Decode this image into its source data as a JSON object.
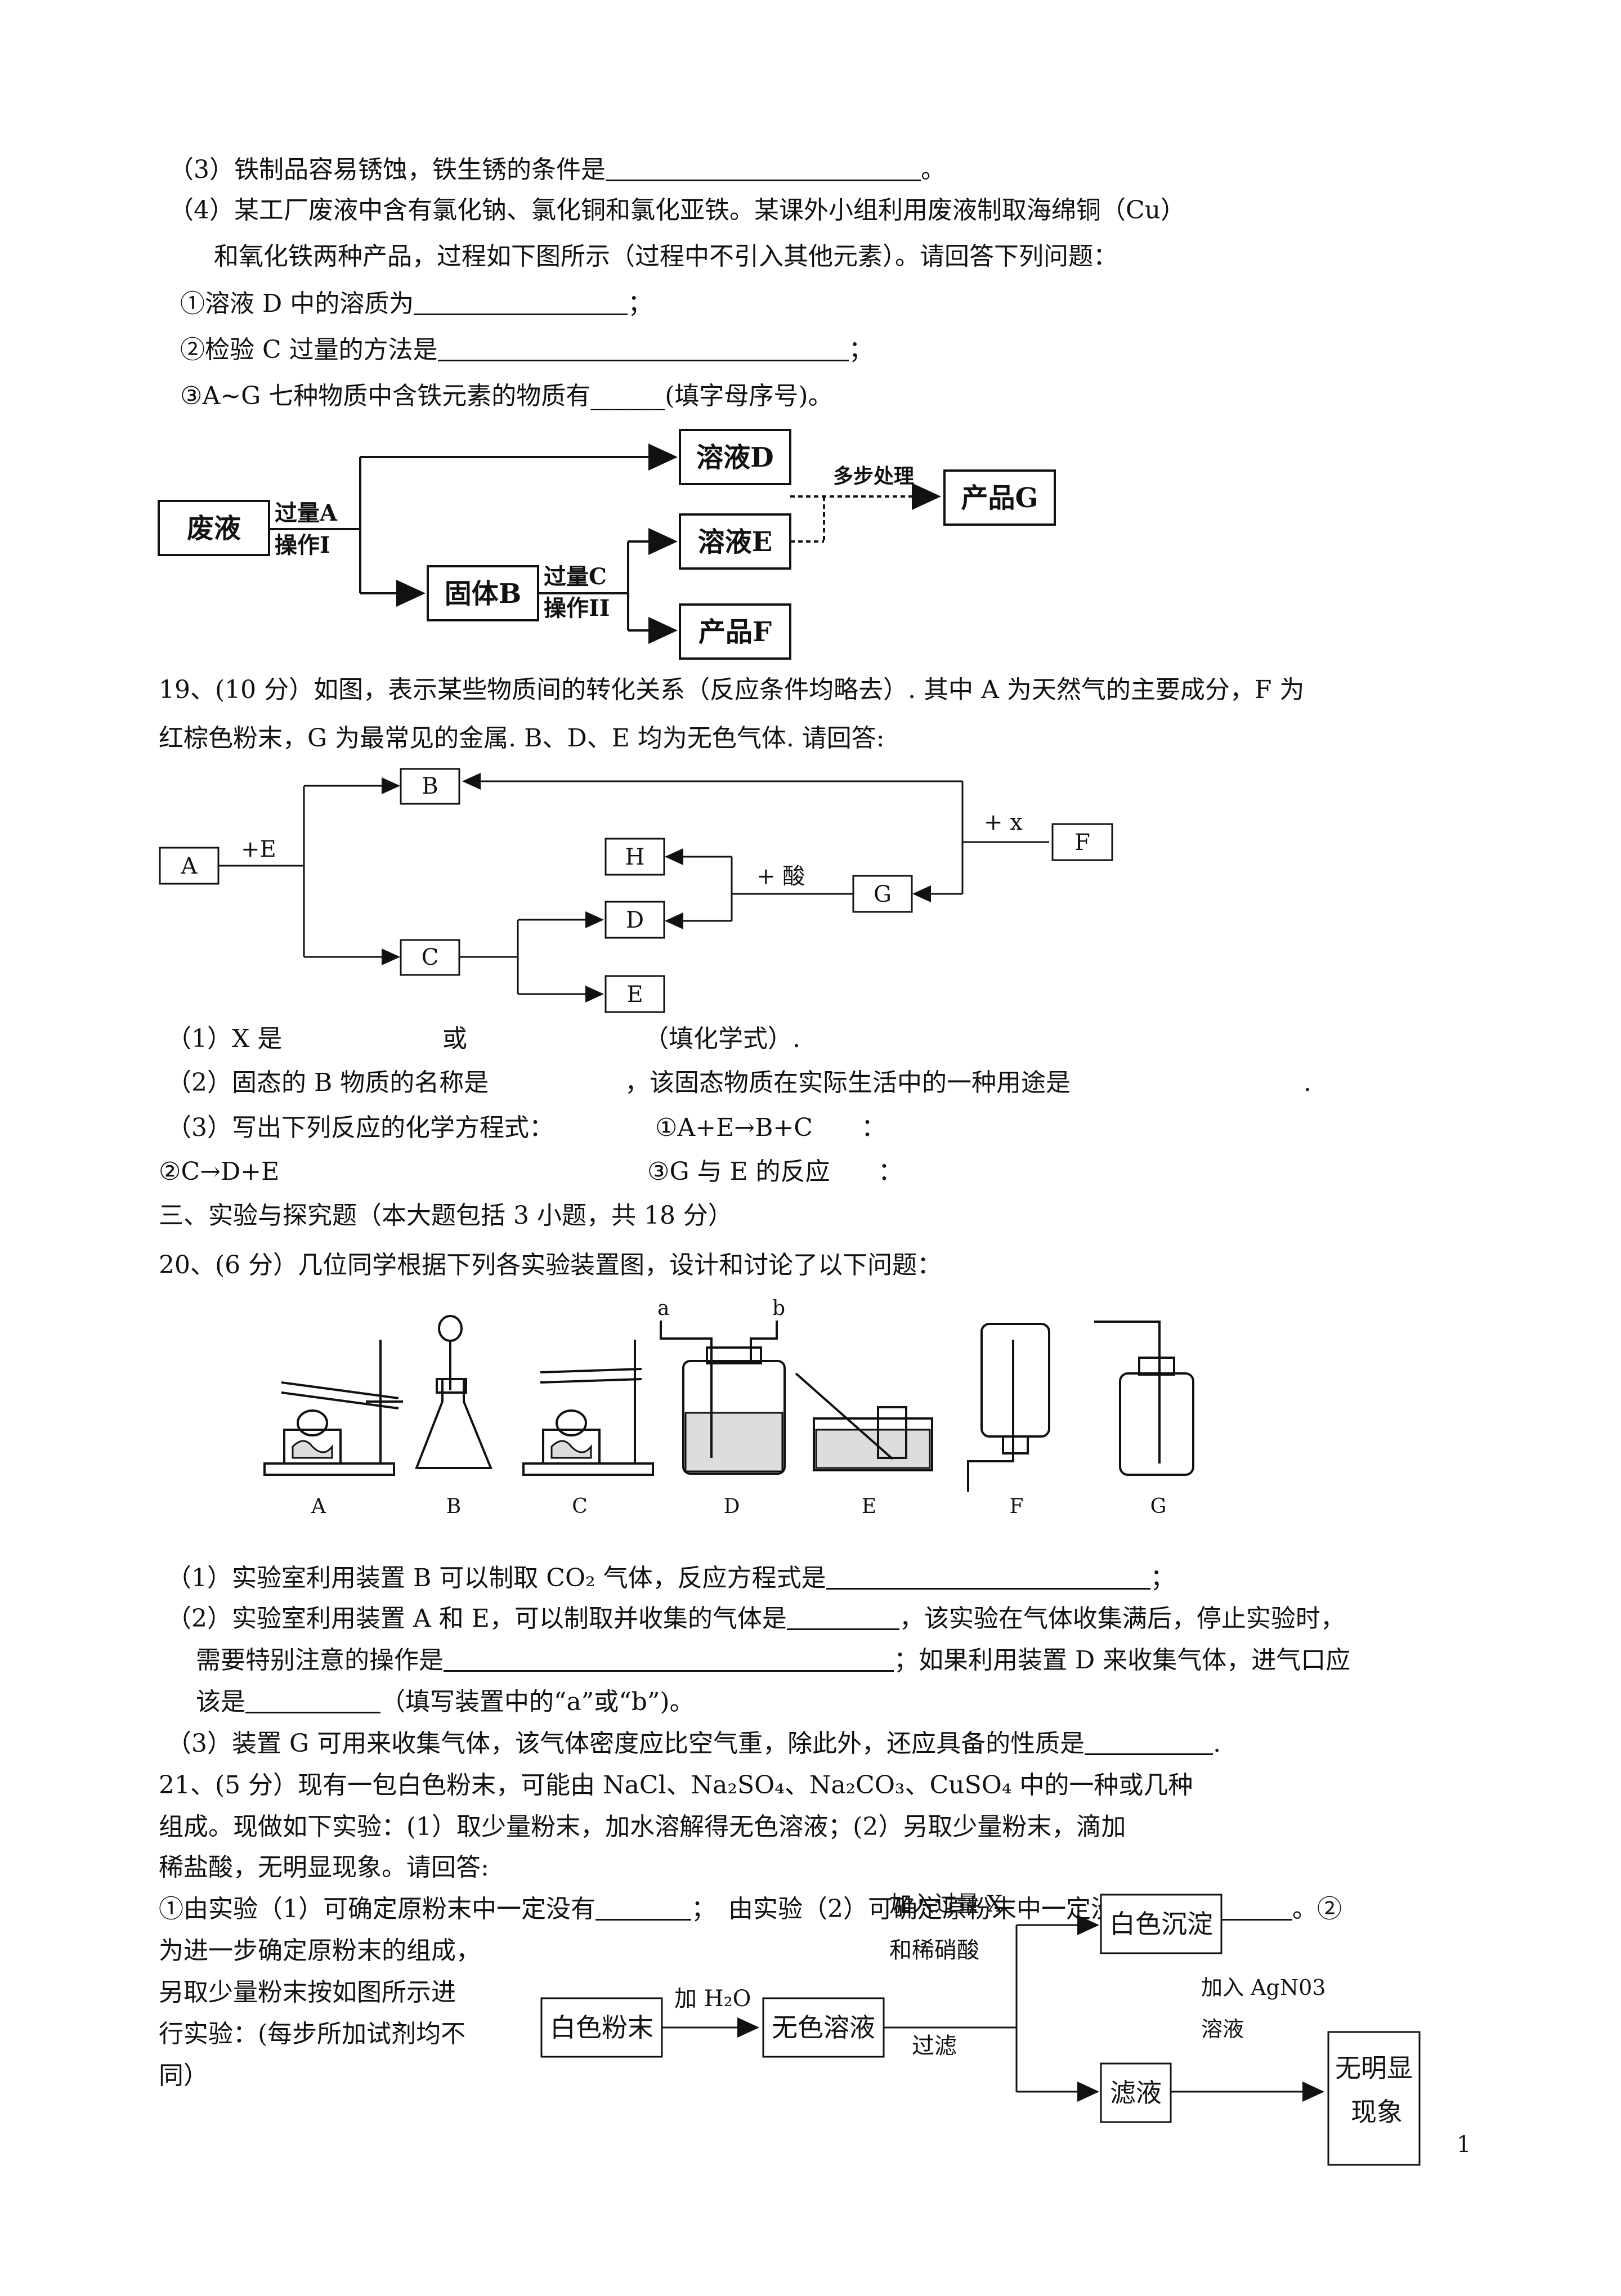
{
  "q18": {
    "line3": "（3）铁制品容易锈蚀，铁生锈的条件是",
    "line3_end": "。",
    "line4a": "（4）某工厂废液中含有氯化钠、氯化铜和氯化亚铁。某课外小组利用废液制取海绵铜（Cu）",
    "line4b": "和氧化铁两种产品，过程如下图所示（过程中不引入其他元素）。请回答下列问题：",
    "sub1": "①溶液 D 中的溶质为",
    "sub1_end": "；",
    "sub2": "②检验 C 过量的方法是",
    "sub2_end": "；",
    "sub3": "③A~G 七种物质中含铁元素的物质有______(填字母序号)。",
    "diagram": {
      "waste": "废液",
      "excessA": "过量A",
      "op1": "操作I",
      "solutionD": "溶液D",
      "multistep": "多步处理",
      "productG": "产品G",
      "solidB": "固体B",
      "excessC": "过量C",
      "op2": "操作II",
      "solutionE": "溶液E",
      "productF": "产品F"
    }
  },
  "q19": {
    "intro1": "19、(10 分）如图，表示某些物质间的转化关系（反应条件均略去）. 其中 A 为天然气的主要成分，F 为",
    "intro2": "红棕色粉末，G 为最常见的金属. B、D、E 均为无色气体. 请回答:",
    "diagram": {
      "A": "A",
      "B": "B",
      "C": "C",
      "D": "D",
      "E": "E",
      "F": "F",
      "G": "G",
      "H": "H",
      "plusE": "+E",
      "plusX": "+ x",
      "plusAcid": "+ 酸"
    },
    "a1": "（1）X 是",
    "a1_or": "或",
    "a1_end": "（填化学式）.",
    "a2": "（2）固态的 B 物质的名称是",
    "a2_mid": "，该固态物质在实际生活中的一种用途是",
    "a2_end": ".",
    "a3": "（3）写出下列反应的化学方程式：",
    "a3_r1": "①A+E→B+C",
    "a3_r1_end": "：",
    "a3_r2": "②C→D+E",
    "a3_r3": "③G 与 E 的反应",
    "a3_r3_end": "："
  },
  "section3": "三、实验与探究题（本大题包括 3 小题，共 18 分）",
  "q20": {
    "intro": "20、(6 分）几位同学根据下列各实验装置图，设计和讨论了以下问题：",
    "labels": [
      "A",
      "B",
      "C",
      "D",
      "E",
      "F",
      "G"
    ],
    "port_a": "a",
    "port_b": "b",
    "p1": "（1）实验室利用装置 B 可以制取 CO₂ 气体，反应方程式是",
    "p1_end": "；",
    "p2a": "（2）实验室利用装置 A 和 E，可以制取并收集的气体是",
    "p2a_mid": "，该实验在气体收集满后，停止实验时，",
    "p2b": "需要特别注意的操作是",
    "p2b_mid": "；如果利用装置 D 来收集气体，进气口应",
    "p2c": "该是",
    "p2c_end": "（填写装置中的“a”或“b”)。",
    "p3": "（3）装置 G 可用来收集气体，该气体密度应比空气重，除此外，还应具备的性质是",
    "p3_end": "."
  },
  "q21": {
    "l1": "21、(5 分）现有一包白色粉末，可能由 NaCl、Na₂SO₄、Na₂CO₃、CuSO₄ 中的一种或几种",
    "l2": "组成。现做如下实验：(1）取少量粉末，加水溶解得无色溶液；(2）另取少量粉末，滴加",
    "l3": "稀盐酸，无明显现象。请回答:",
    "l4a": "①由实验（1）可确定原粉末中一定没有",
    "l4b": "；　由实验（2）可确定原粉末中一定没有",
    "l4c": "。②",
    "l5": "为进一步确定原粉末的组成，",
    "l6": "另取少量粉末按如图所示进",
    "l7": "行实验：(每步所加试剂均不",
    "l8": "同）",
    "diagram": {
      "whitePowder": "白色粉末",
      "addWater": "加 H₂O",
      "colorless": "无色溶液",
      "addX": "加入过量 X",
      "andHNO3": "和稀硝酸",
      "whitePpt": "白色沉淀",
      "filter": "过滤",
      "filtrate": "滤液",
      "addAgNO3": "加入 AgN03",
      "solution": "溶液",
      "noPhen1": "无明显",
      "noPhen2": "现象"
    }
  },
  "page_number": "1"
}
